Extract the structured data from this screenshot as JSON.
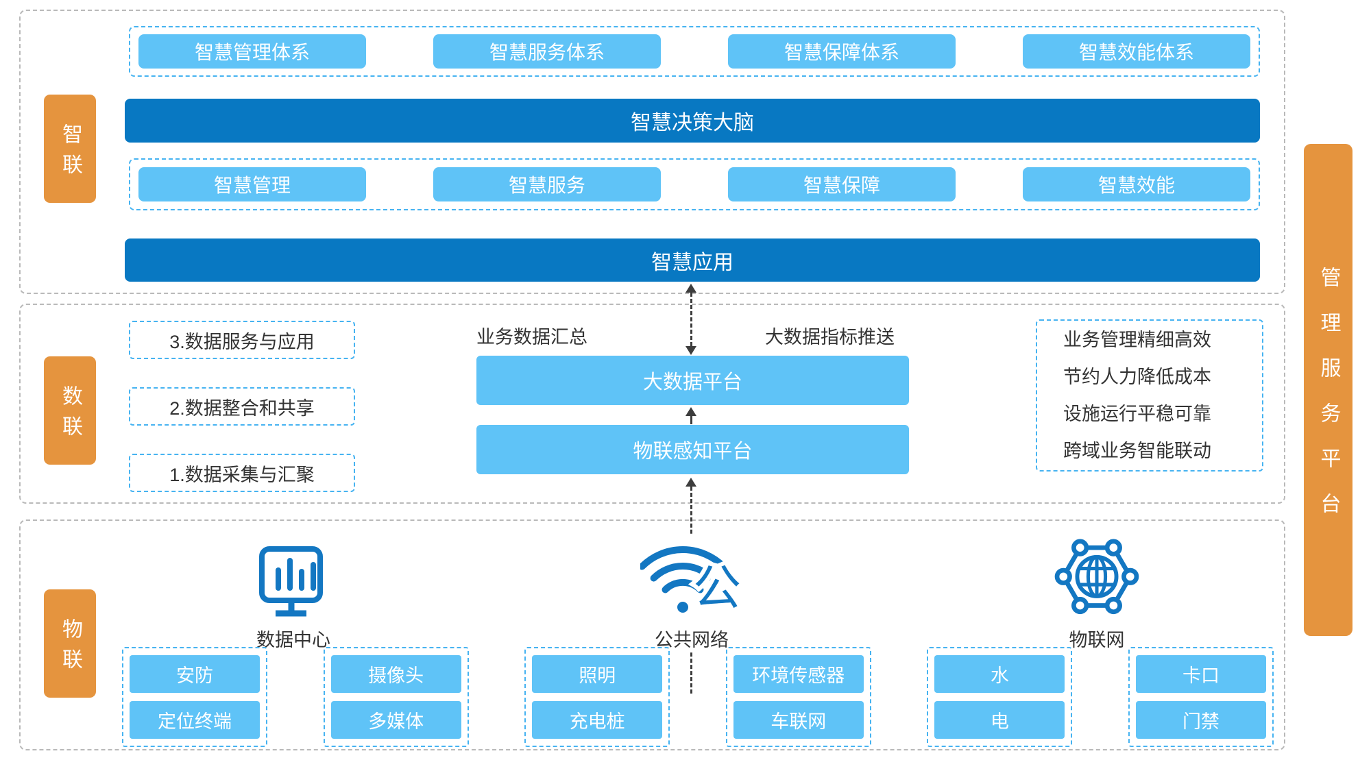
{
  "layers": {
    "zhilian": {
      "label": "智联",
      "system_boxes": [
        "智慧管理体系",
        "智慧服务体系",
        "智慧保障体系",
        "智慧效能体系"
      ],
      "decision_bar": "智慧决策大脑",
      "smart_boxes": [
        "智慧管理",
        "智慧服务",
        "智慧保障",
        "智慧效能"
      ],
      "application_bar": "智慧应用"
    },
    "shulian": {
      "label": "数联",
      "data_steps": [
        "3.数据服务与应用",
        "2.数据整合和共享",
        "1.数据采集与汇聚"
      ],
      "flow_label_left": "业务数据汇总",
      "flow_label_right": "大数据指标推送",
      "platforms": [
        "大数据平台",
        "物联感知平台"
      ],
      "benefits": [
        "业务管理精细高效",
        "节约人力降低成本",
        "设施运行平稳可靠",
        "跨域业务智能联动"
      ]
    },
    "wulian": {
      "label": "物联",
      "network_nodes": [
        {
          "icon": "data-center-icon",
          "label": "数据中心"
        },
        {
          "icon": "public-network-icon",
          "label": "公共网络",
          "glyph": "公"
        },
        {
          "icon": "iot-network-icon",
          "label": "物联网"
        }
      ],
      "device_groups": [
        {
          "items": [
            "安防",
            "定位终端"
          ]
        },
        {
          "items": [
            "摄像头",
            "多媒体"
          ]
        },
        {
          "items": [
            "照明",
            "充电桩"
          ]
        },
        {
          "items": [
            "环境传感器",
            "车联网"
          ]
        },
        {
          "items": [
            "水",
            "电"
          ]
        },
        {
          "items": [
            "卡口",
            "门禁"
          ]
        }
      ]
    },
    "side_bar": {
      "label": "管理服务平台"
    }
  },
  "colors": {
    "dark_blue": "#0878c2",
    "light_blue": "#5fc3f7",
    "dashed_blue": "#46b3f1",
    "orange": "#e5943e",
    "icon_blue": "#1377c2",
    "border_gray": "#b9b9b9",
    "arrow_dark": "#3d3d3d",
    "text_dark": "#333333"
  }
}
